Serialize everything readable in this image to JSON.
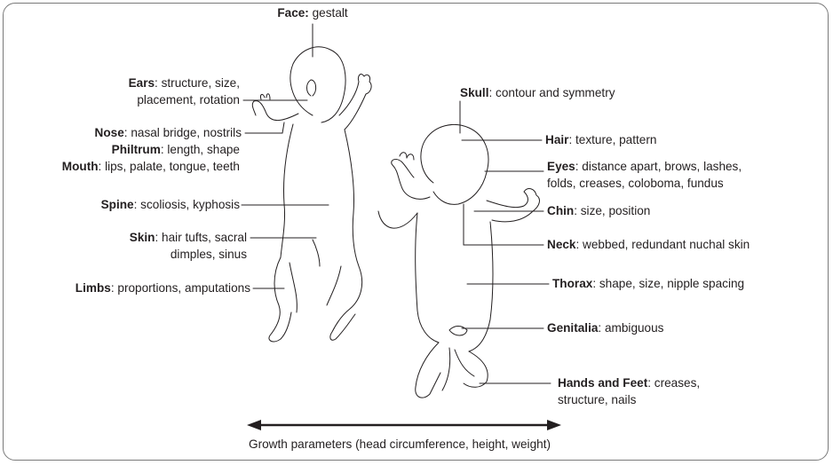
{
  "colors": {
    "ink": "#231f20",
    "frame": "#7a7a7a",
    "background": "#ffffff"
  },
  "labels": {
    "face": {
      "term": "Face:",
      "desc": " gestalt"
    },
    "ears": {
      "term": "Ears",
      "line1": ": structure, size,",
      "line2": "placement, rotation"
    },
    "nose": {
      "term": "Nose",
      "desc": ": nasal bridge, nostrils"
    },
    "philtrum": {
      "term": "Philtrum",
      "desc": ": length, shape"
    },
    "mouth": {
      "term": "Mouth",
      "desc": ": lips, palate, tongue, teeth"
    },
    "spine": {
      "term": "Spine",
      "desc": ": scoliosis, kyphosis"
    },
    "skin": {
      "term": "Skin",
      "line1": ": hair tufts, sacral",
      "line2": "dimples, sinus"
    },
    "limbs": {
      "term": "Limbs",
      "desc": ": proportions, amputations"
    },
    "skull": {
      "term": "Skull",
      "desc": ": contour and symmetry"
    },
    "hair": {
      "term": "Hair",
      "desc": ": texture, pattern"
    },
    "eyes": {
      "term": "Eyes",
      "line1": ": distance apart, brows, lashes,",
      "line2": "folds, creases, coloboma, fundus"
    },
    "chin": {
      "term": "Chin",
      "desc": ": size, position"
    },
    "neck": {
      "term": "Neck",
      "desc": ": webbed, redundant nuchal skin"
    },
    "thorax": {
      "term": "Thorax",
      "desc": ": shape, size, nipple spacing"
    },
    "genitalia": {
      "term": "Genitalia",
      "desc": ": ambiguous"
    },
    "hands": {
      "term": "Hands and Feet",
      "line1": ": creases,",
      "line2": "structure, nails"
    }
  },
  "growth_caption": "Growth parameters (head circumference, height, weight)"
}
